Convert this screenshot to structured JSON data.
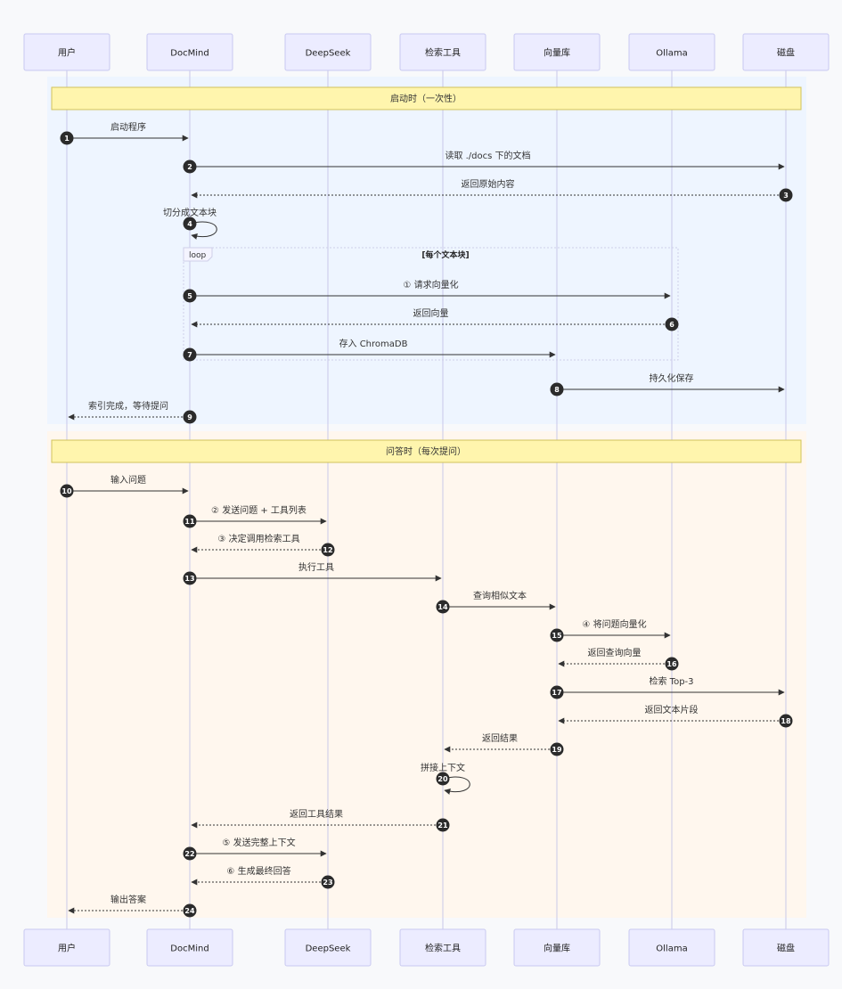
{
  "actors": [
    {
      "id": "user",
      "label": "用户"
    },
    {
      "id": "docmind",
      "label": "DocMind"
    },
    {
      "id": "deepseek",
      "label": "DeepSeek"
    },
    {
      "id": "tool",
      "label": "检索工具"
    },
    {
      "id": "vdb",
      "label": "向量库"
    },
    {
      "id": "ollama",
      "label": "Ollama"
    },
    {
      "id": "disk",
      "label": "磁盘"
    }
  ],
  "phases": [
    {
      "title": "启动时（一次性）",
      "background": "#eef5ff"
    },
    {
      "title": "问答时（每次提问）",
      "background": "#fff7ee"
    }
  ],
  "loop": {
    "label": "loop",
    "condition": "[每个文本块]"
  },
  "messages": [
    {
      "num": "1",
      "from": "user",
      "to": "docmind",
      "text": "启动程序",
      "style": "solid"
    },
    {
      "num": "2",
      "from": "docmind",
      "to": "disk",
      "text": "读取 ./docs 下的文档",
      "style": "solid"
    },
    {
      "num": "3",
      "from": "disk",
      "to": "docmind",
      "text": "返回原始内容",
      "style": "dotted"
    },
    {
      "num": "4",
      "from": "docmind",
      "to": "docmind",
      "text": "切分成文本块",
      "style": "self"
    },
    {
      "num": "5",
      "from": "docmind",
      "to": "ollama",
      "text": "① 请求向量化",
      "style": "solid"
    },
    {
      "num": "6",
      "from": "ollama",
      "to": "docmind",
      "text": "返回向量",
      "style": "dotted"
    },
    {
      "num": "7",
      "from": "docmind",
      "to": "vdb",
      "text": "存入 ChromaDB",
      "style": "solid"
    },
    {
      "num": "8",
      "from": "vdb",
      "to": "disk",
      "text": "持久化保存",
      "style": "solid"
    },
    {
      "num": "9",
      "from": "docmind",
      "to": "user",
      "text": "索引完成，等待提问",
      "style": "dotted"
    },
    {
      "num": "10",
      "from": "user",
      "to": "docmind",
      "text": "输入问题",
      "style": "solid"
    },
    {
      "num": "11",
      "from": "docmind",
      "to": "deepseek",
      "text": "② 发送问题 + 工具列表",
      "style": "solid"
    },
    {
      "num": "12",
      "from": "deepseek",
      "to": "docmind",
      "text": "③ 决定调用检索工具",
      "style": "dotted"
    },
    {
      "num": "13",
      "from": "docmind",
      "to": "tool",
      "text": "执行工具",
      "style": "solid"
    },
    {
      "num": "14",
      "from": "tool",
      "to": "vdb",
      "text": "查询相似文本",
      "style": "solid"
    },
    {
      "num": "15",
      "from": "vdb",
      "to": "ollama",
      "text": "④ 将问题向量化",
      "style": "solid"
    },
    {
      "num": "16",
      "from": "ollama",
      "to": "vdb",
      "text": "返回查询向量",
      "style": "dotted"
    },
    {
      "num": "17",
      "from": "vdb",
      "to": "disk",
      "text": "检索 Top-3",
      "style": "solid"
    },
    {
      "num": "18",
      "from": "disk",
      "to": "vdb",
      "text": "返回文本片段",
      "style": "dotted"
    },
    {
      "num": "19",
      "from": "vdb",
      "to": "tool",
      "text": "返回结果",
      "style": "dotted"
    },
    {
      "num": "20",
      "from": "tool",
      "to": "tool",
      "text": "拼接上下文",
      "style": "self"
    },
    {
      "num": "21",
      "from": "tool",
      "to": "docmind",
      "text": "返回工具结果",
      "style": "dotted"
    },
    {
      "num": "22",
      "from": "docmind",
      "to": "deepseek",
      "text": "⑤ 发送完整上下文",
      "style": "solid"
    },
    {
      "num": "23",
      "from": "deepseek",
      "to": "docmind",
      "text": "⑥ 生成最终回答",
      "style": "dotted"
    },
    {
      "num": "24",
      "from": "docmind",
      "to": "user",
      "text": "输出答案",
      "style": "dotted"
    }
  ]
}
